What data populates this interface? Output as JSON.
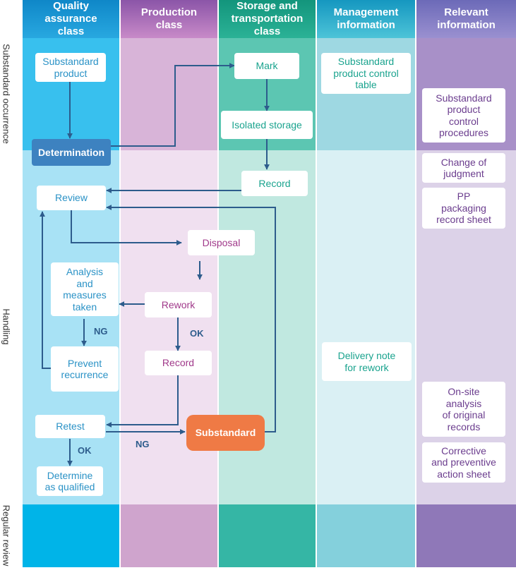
{
  "columns": [
    {
      "label": "Quality\nassurance\nclass",
      "header_color": "#1aa0d8",
      "colors": [
        "#38c0ee",
        "#a8e2f5",
        "#00b4e8"
      ]
    },
    {
      "label": "Production\nclass",
      "header_color": "#9c63ae",
      "colors": [
        "#d8b4d8",
        "#f0e0f0",
        "#cfa4cd"
      ]
    },
    {
      "label": "Storage and\ntransportation\nclass",
      "header_color": "#1ea88e",
      "colors": [
        "#5cc6b2",
        "#c0e8e0",
        "#35b6a5"
      ]
    },
    {
      "label": "Management\ninformation",
      "header_color": "#2fb4cc",
      "colors": [
        "#9ed8e2",
        "#daf0f4",
        "#84d0dc"
      ]
    },
    {
      "label": "Relevant\ninformation",
      "header_color": "#7e7cc4",
      "colors": [
        "#a890c8",
        "#dcd2e8",
        "#8f78b8"
      ]
    }
  ],
  "rows": [
    "Substandard occurrence",
    "Handling",
    "Regular review"
  ],
  "nodes": {
    "substandard_product": "Substandard\nproduct",
    "determination": "Determination",
    "mark": "Mark",
    "isolated_storage": "Isolated storage",
    "record_storage": "Record",
    "review": "Review",
    "disposal": "Disposal",
    "analysis": "Analysis\nand\nmeasures\ntaken",
    "rework": "Rework",
    "prevent_recurrence": "Prevent\nrecurrence",
    "record_production": "Record",
    "retest": "Retest",
    "substandard": "Substandard",
    "determine_qualified": "Determine\nas qualified",
    "product_control_table": "Substandard\nproduct control\ntable",
    "delivery_note": "Delivery note\nfor rework",
    "control_procedures": "Substandard\nproduct\ncontrol\nprocedures",
    "change_judgment": "Change of\njudgment",
    "pp_record_sheet": "PP\npackaging\nrecord sheet",
    "onsite_analysis": "On-site\nanalysis\nof original\nrecords",
    "corrective_sheet": "Corrective\nand preventive\naction sheet"
  },
  "edge_labels": {
    "ng_analysis": "NG",
    "ok_rework": "OK",
    "ng_retest": "NG",
    "ok_retest": "OK"
  },
  "colors": {
    "arrow": "#2d5c8c",
    "determination_bg": "#3d82c0",
    "substandard_bg": "#ef7a45"
  }
}
